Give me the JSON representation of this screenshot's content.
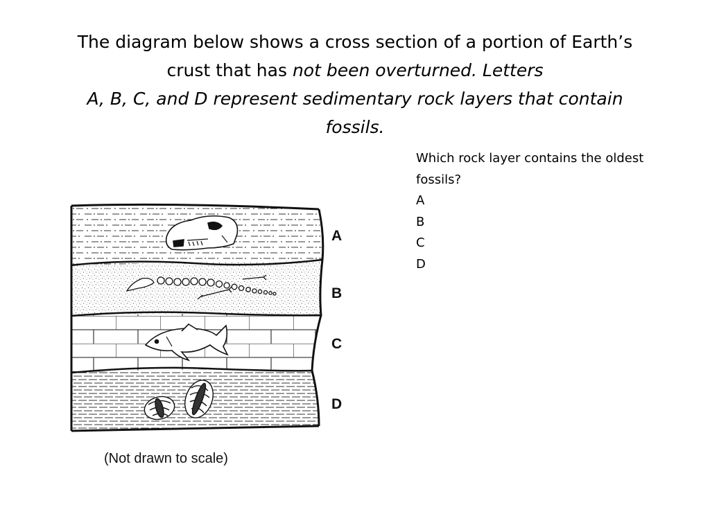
{
  "title": {
    "line1": "The diagram below shows a cross section of a portion of Earth’s",
    "line2_plain": "crust that has ",
    "line2_italic": "not been overturned. Letters",
    "line3": "A, B, C, and D represent sedimentary rock layers that contain",
    "line4": "fossils."
  },
  "question": {
    "prompt": "Which rock layer contains the oldest fossils?",
    "options": [
      "A",
      "B",
      "C",
      "D"
    ]
  },
  "diagram": {
    "layers": [
      {
        "label": "A",
        "rock": "shale (dash-dot pattern)",
        "fossil": "skull-icon"
      },
      {
        "label": "B",
        "rock": "sandstone (stippled)",
        "fossil": "reptile-skeleton-icon"
      },
      {
        "label": "C",
        "rock": "limestone (brick pattern)",
        "fossil": "fish-icon"
      },
      {
        "label": "D",
        "rock": "shale (dashed)",
        "fossil": "trilobite-icon"
      }
    ],
    "caption": "(Not drawn to scale)"
  }
}
